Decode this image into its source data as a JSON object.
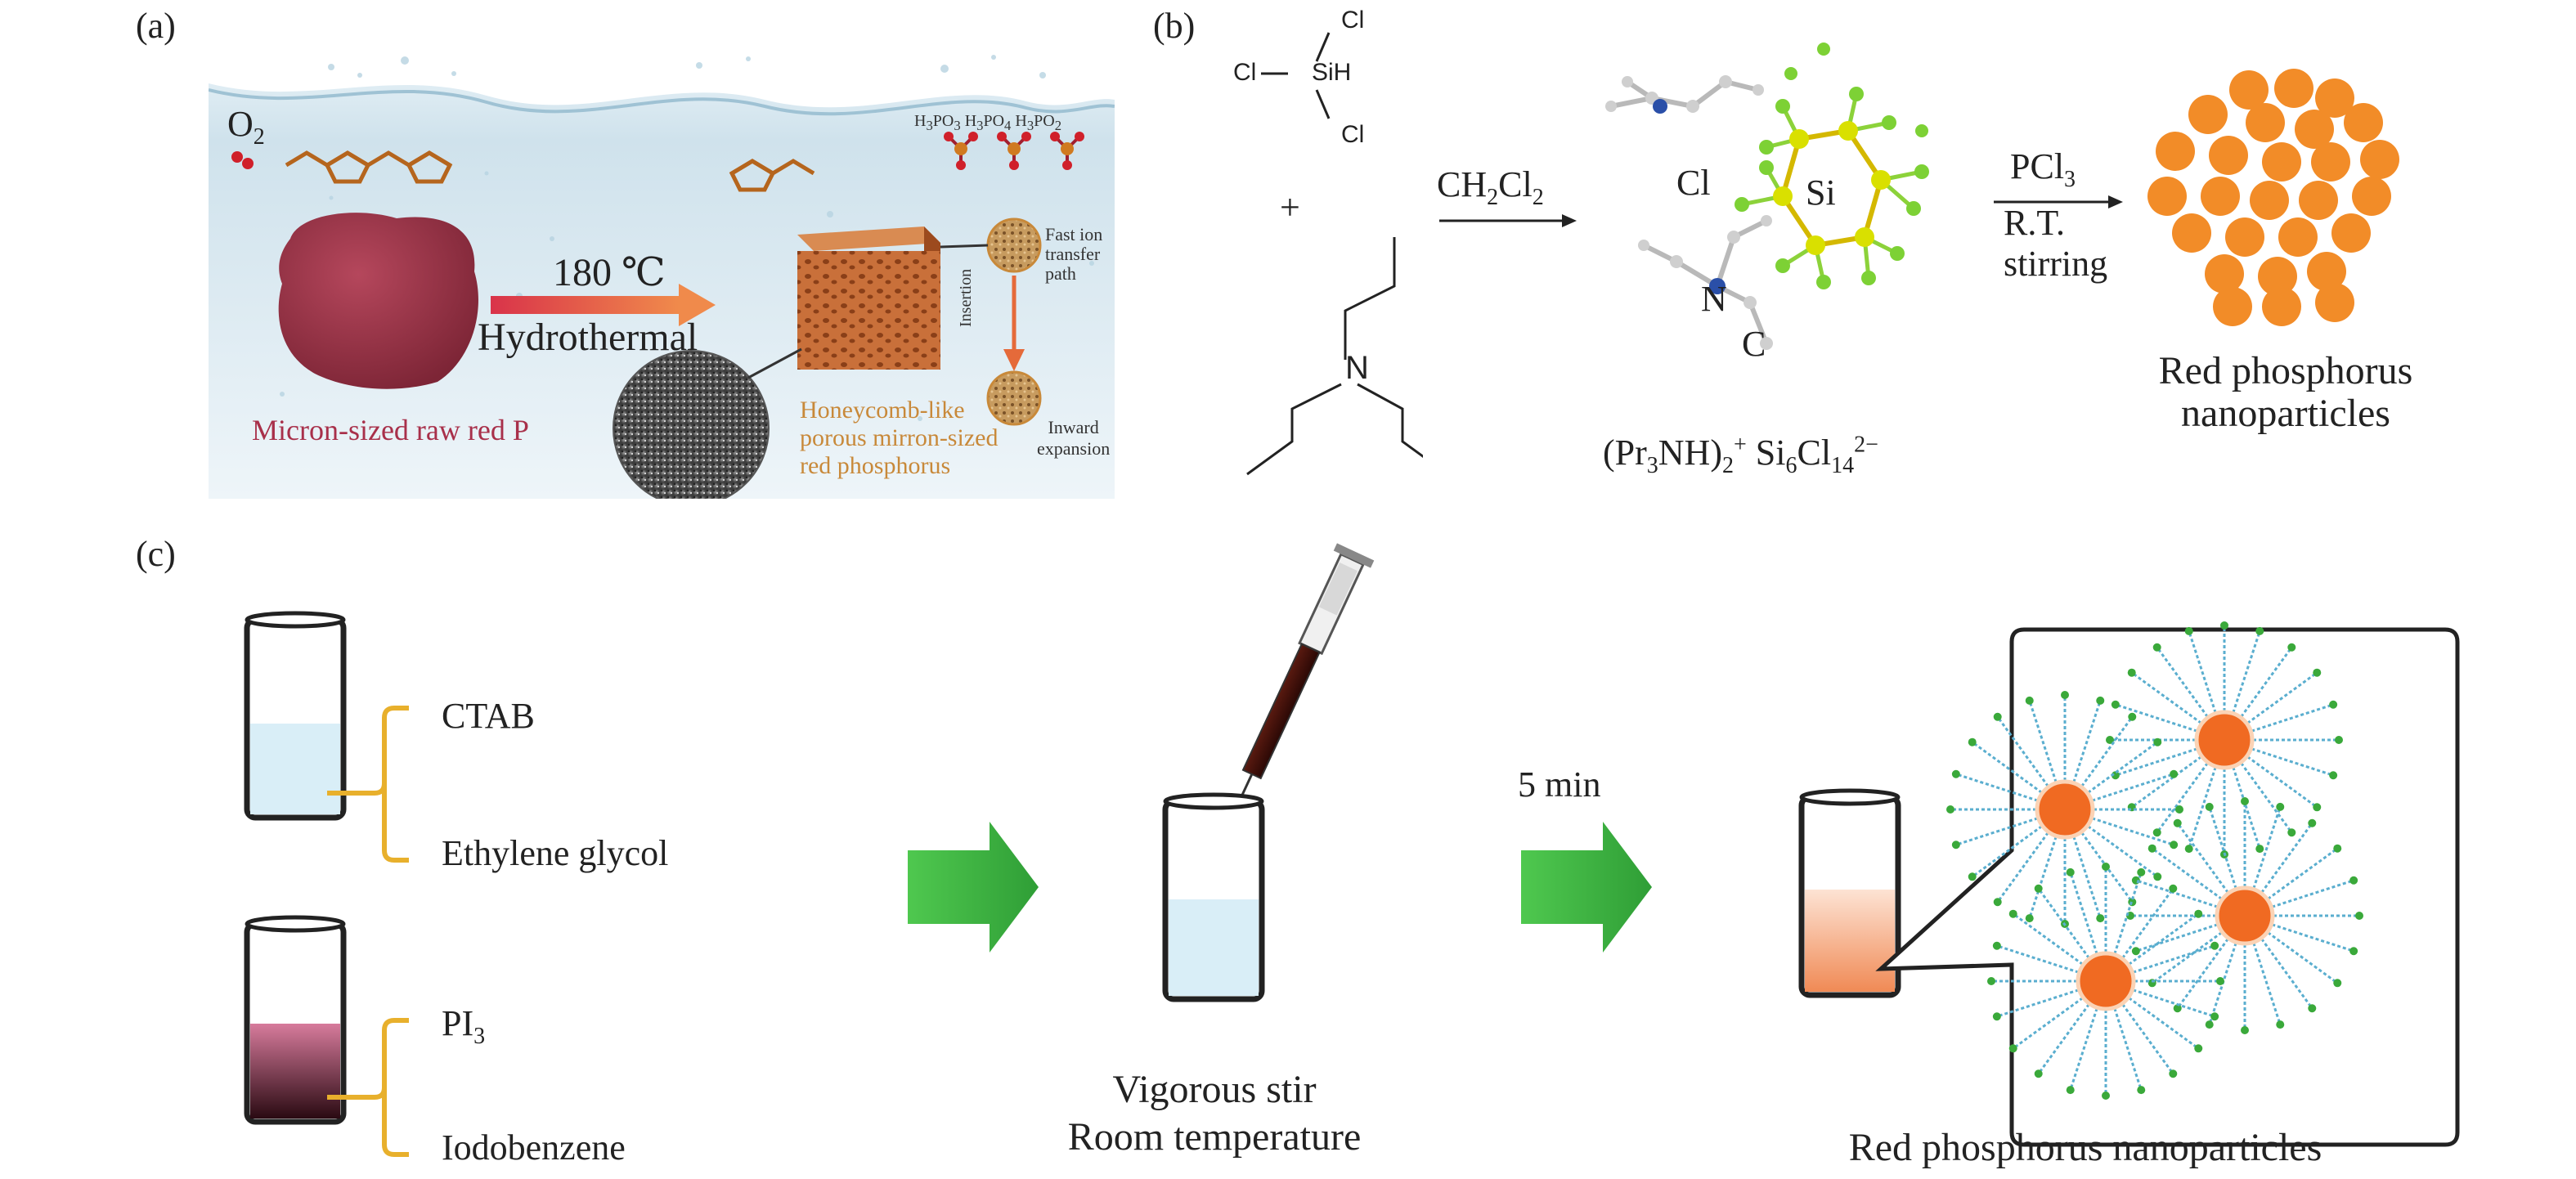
{
  "panels": {
    "a": {
      "label": "(a)",
      "o2": {
        "main": "O",
        "sub": "2"
      },
      "acids": [
        {
          "a": "H",
          "s1": "3",
          "b": "PO",
          "s2": "3"
        },
        {
          "a": "H",
          "s1": "3",
          "b": "PO",
          "s2": "4"
        },
        {
          "a": "H",
          "s1": "3",
          "b": "PO",
          "s2": "2"
        }
      ],
      "temperature": "180 ℃",
      "process": "Hydrothermal",
      "raw": "Micron-sized raw red P",
      "porous": [
        "Honeycomb-like",
        "porous mirron-sized",
        "red phosphorus"
      ],
      "fast_ion": [
        "Fast ion",
        "transfer",
        "path"
      ],
      "insertion": "Insertion",
      "expansion": [
        "Inward",
        "expansion"
      ]
    },
    "b": {
      "label": "(b)",
      "cl_atom": "Cl",
      "sih": "SiH",
      "plus": "+",
      "n_atom": "N",
      "solvent": {
        "a": "CH",
        "s1": "2",
        "b": "Cl",
        "s2": "2"
      },
      "mol_cl": "Cl",
      "mol_si": "Si",
      "mol_n": "N",
      "mol_c": "C",
      "formula": {
        "a": "(Pr",
        "s1": "3",
        "b": "NH)",
        "s2": "2",
        "sup1": "+",
        "c": " Si",
        "s3": "6",
        "d": "Cl",
        "s4": "14",
        "sup2": "2−"
      },
      "reagent": {
        "a": "PCl",
        "s1": "3"
      },
      "conditions": [
        "R.T.",
        "stirring"
      ],
      "product": [
        "Red phosphorus",
        "nanoparticles"
      ]
    },
    "c": {
      "label": "(c)",
      "ctab": "CTAB",
      "glycol": "Ethylene glycol",
      "pi3": {
        "a": "PI",
        "s1": "3"
      },
      "iodobenzene": "Iodobenzene",
      "step1": [
        "Vigorous stir",
        "Room temperature"
      ],
      "time": "5 min",
      "product": "Red phosphorus nanoparticles"
    }
  },
  "colors": {
    "red_p": "#9c3347",
    "porous": "#c9703a",
    "arrow_green": "#3cb043",
    "particle_orange": "#f28c28",
    "nano_orange": "#f06a22",
    "ligand_blue": "#5aaecf",
    "ligand_dot": "#3aa93a",
    "bracket": "#e8b02c",
    "water": "#d9eef7",
    "annot_orange": "#c8893a"
  }
}
